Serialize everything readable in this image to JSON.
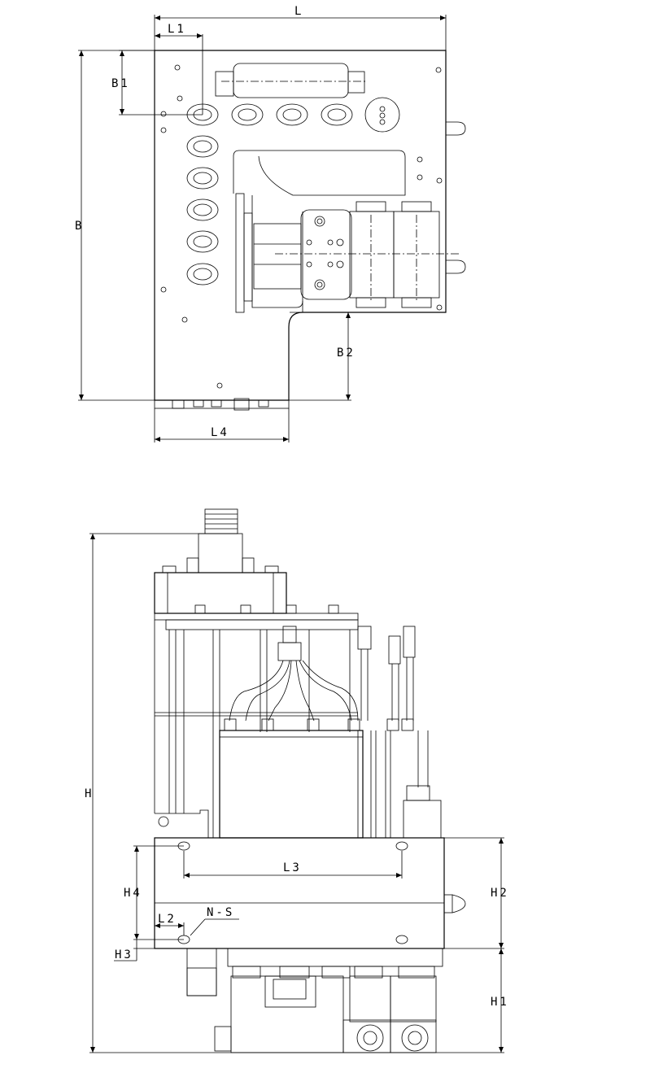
{
  "labels": {
    "L": "L",
    "L1": "L1",
    "B1": "B1",
    "B": "B",
    "B2": "B2",
    "L4": "L4",
    "H": "H",
    "L3": "L3",
    "H4": "H4",
    "H2": "H2",
    "L2": "L2",
    "NS": "N-S",
    "H3": "H3",
    "H1": "H1"
  }
}
